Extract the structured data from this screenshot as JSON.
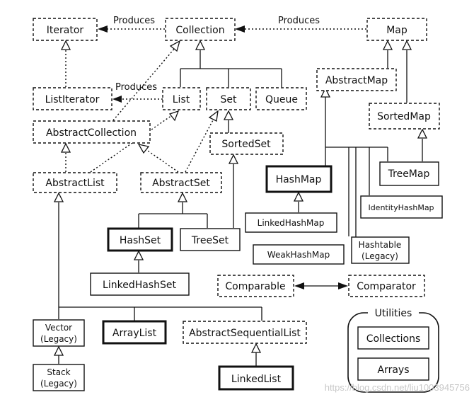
{
  "nodes": {
    "iterator": "Iterator",
    "collection": "Collection",
    "map": "Map",
    "list_iterator": "ListIterator",
    "list": "List",
    "set": "Set",
    "queue": "Queue",
    "abstract_map": "AbstractMap",
    "abstract_collection": "AbstractCollection",
    "sorted_map": "SortedMap",
    "sorted_set": "SortedSet",
    "abstract_list": "AbstractList",
    "abstract_set": "AbstractSet",
    "hash_map": "HashMap",
    "tree_map": "TreeMap",
    "identity_hash_map": "IdentityHashMap",
    "linked_hash_map": "LinkedHashMap",
    "hash_set": "HashSet",
    "tree_set": "TreeSet",
    "hashtable": "Hashtable",
    "hashtable_note": "(Legacy)",
    "weak_hash_map": "WeakHashMap",
    "linked_hash_set": "LinkedHashSet",
    "comparable": "Comparable",
    "comparator": "Comparator",
    "vector": "Vector",
    "vector_note": "(Legacy)",
    "array_list": "ArrayList",
    "abstract_sequential_list": "AbstractSequentialList",
    "utilities": "Utilities",
    "collections": "Collections",
    "arrays": "Arrays",
    "stack": "Stack",
    "stack_note": "(Legacy)",
    "linked_list": "LinkedList"
  },
  "edge_labels": {
    "produces_iterator": "Produces",
    "produces_map": "Produces",
    "produces_list_iterator": "Produces"
  },
  "watermark": "https://blog.csdn.net/liu1003945756"
}
